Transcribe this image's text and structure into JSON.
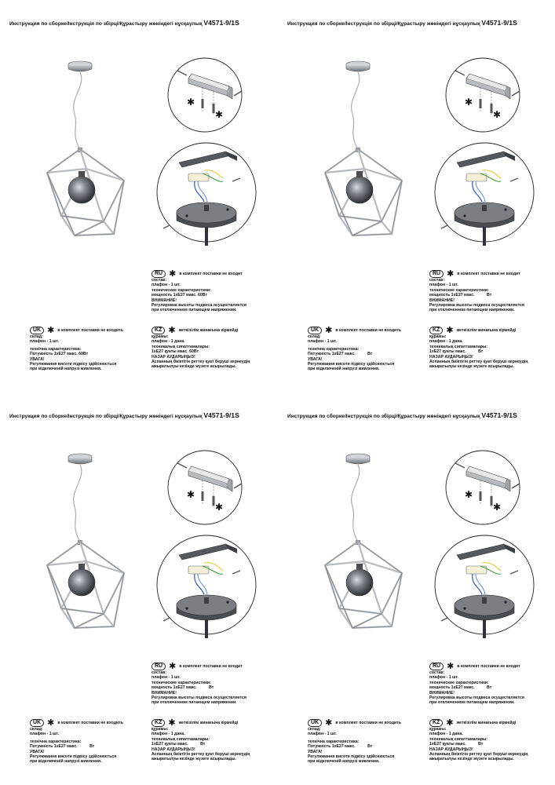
{
  "title": "Инструкция по сборке/Інструкція по збірці/Құрастыру жөніндегі нұсқаулық",
  "model_code": "V4571-9/1S",
  "star_symbol": "✱",
  "ru": {
    "tag": "RU",
    "star_note": "в комплект поставки не входит",
    "composition_label": "состав:",
    "composition_item": "плафон - 1 шт.",
    "specs_label": "технические характеристики:",
    "power_label": "мощность 1хЕ27 макс.",
    "power_unit": "Вт",
    "warning_title": "ВНИМАНИЕ!",
    "warning_line1": "Регулировка высоты подвеса осуществляется",
    "warning_line2": "при отключенном питающем напряжении."
  },
  "uk": {
    "tag": "UK",
    "star_note": "в комплект поставки не входить",
    "composition_label": "склад:",
    "composition_item": "плафон - 1 шт.",
    "specs_label": "технічна характеристика:",
    "power_label": "Потужність 1хЕ27 макс.",
    "power_unit": "Вт",
    "warning_title": "УВАГА!",
    "warning_line1": "Регулювання висоти підвісу здійснюється",
    "warning_line2": "при відключеній напрузі живлення."
  },
  "kz": {
    "tag": "KZ",
    "star_note": "жеткізілім жинағына кірмейді",
    "composition_label": "құрамы:",
    "composition_item": "плафон - 1 дана.",
    "specs_label": "техникалық сипаттамалары:",
    "power_label": "1хЕ27 қуаты макс.",
    "power_unit": "Вт",
    "warning_title": "НАЗАР АУДАРЫҢЫЗ!",
    "warning_line1": "Аспанның биіктігін реттеу қуат беруші кернеудің",
    "warning_line2": "ажыратылуы кезінде жүзеге асырылады."
  },
  "panels": [
    {
      "wattage": "60"
    },
    {
      "wattage": ""
    },
    {
      "wattage": ""
    },
    {
      "wattage": ""
    }
  ]
}
